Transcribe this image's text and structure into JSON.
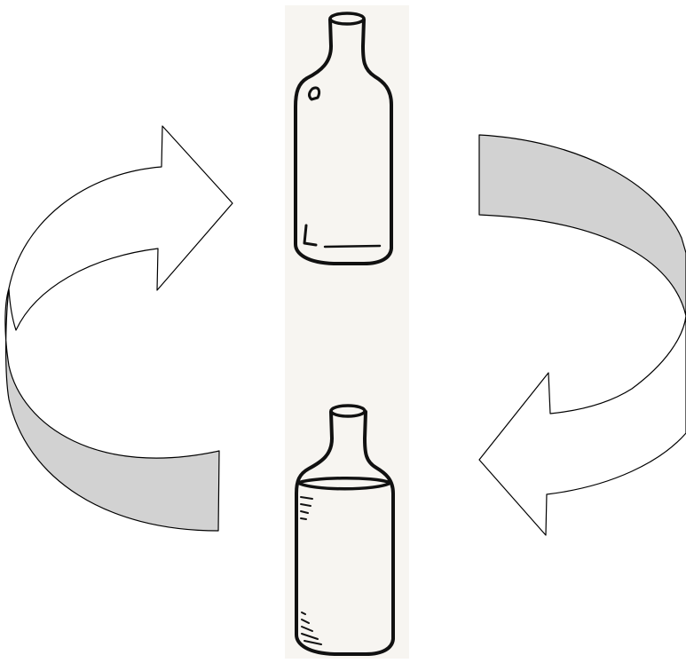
{
  "diagram": {
    "type": "cycle",
    "items": [
      {
        "id": "empty-bottle",
        "icon": "empty-bottle-icon",
        "state": "empty"
      },
      {
        "id": "filled-bottle",
        "icon": "filled-bottle-icon",
        "state": "filled"
      }
    ],
    "arrows": [
      {
        "id": "fill-arrow",
        "from": "empty-bottle",
        "to": "filled-bottle",
        "direction": "clockwise-right-side"
      },
      {
        "id": "empty-arrow",
        "from": "filled-bottle",
        "to": "empty-bottle",
        "direction": "clockwise-left-side"
      }
    ]
  },
  "colors": {
    "background": "#ffffff",
    "bottle_panel": "#f7f5f1",
    "ink": "#111111",
    "arrow_outline": "#000000",
    "arrow_outer_fill": "#d2d2d2",
    "arrow_inner_fill": "#ffffff"
  }
}
